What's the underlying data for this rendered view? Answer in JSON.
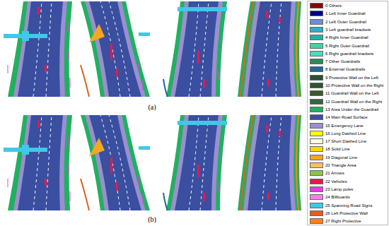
{
  "diagram": {
    "labels": [
      "(a)",
      "(b)"
    ],
    "legend": [
      {
        "text": "0 Others",
        "color": "#8b0000"
      },
      {
        "text": "1 Left Inner Guardrail",
        "color": "#00008b"
      },
      {
        "text": "2 Left Outer Guardrail",
        "color": "#6a8fd8"
      },
      {
        "text": "3 Left guardrail brackets",
        "color": "#2ab0c8"
      },
      {
        "text": "4 Right Inner Guardrail",
        "color": "#20b2aa"
      },
      {
        "text": "5 Right Outer Guardrail",
        "color": "#3cd6a0"
      },
      {
        "text": "6 Right guardrail brackets",
        "color": "#40e0c0"
      },
      {
        "text": "7 Other Guardrails",
        "color": "#2e8b57"
      },
      {
        "text": "8 External Guardrails",
        "color": "#1e6aa0"
      },
      {
        "text": "9 Protective Wall on the Left",
        "color": "#2f4f2f"
      },
      {
        "text": "10 Protective Wall on the Right",
        "color": "#2c5530"
      },
      {
        "text": "11 Guardrail Wall on the Left",
        "color": "#3a5a2a"
      },
      {
        "text": "12 Guardrail Wall on the Right",
        "color": "#2e6b3a"
      },
      {
        "text": "13 Area Under the Guardrail",
        "color": "#22b060"
      },
      {
        "text": "14 Main Road Surface",
        "color": "#3a4fa0"
      },
      {
        "text": "15 Emergency Lane",
        "color": "#9b8fd0"
      },
      {
        "text": "16 Long Dashed Line",
        "color": "#ffff00"
      },
      {
        "text": "17 Short Dashed Line",
        "color": "#fffde0"
      },
      {
        "text": "18 Solid Line",
        "color": "#ffd700"
      },
      {
        "text": "19 Diagonal Line",
        "color": "#f5a623"
      },
      {
        "text": "20 Triangle Area",
        "color": "#f8c060"
      },
      {
        "text": "21 Arrows",
        "color": "#8bc34a"
      },
      {
        "text": "22 Vehicles",
        "color": "#e6194b"
      },
      {
        "text": "23 Lamp poles",
        "color": "#e040e0"
      },
      {
        "text": "24 Billboards",
        "color": "#f080f0"
      },
      {
        "text": "25 Spanning Road Signs",
        "color": "#40c8e8"
      },
      {
        "text": "26 Left Protective Wall",
        "color": "#e06020"
      },
      {
        "text": "27 Right Protective",
        "color": "#ff8020"
      }
    ]
  }
}
